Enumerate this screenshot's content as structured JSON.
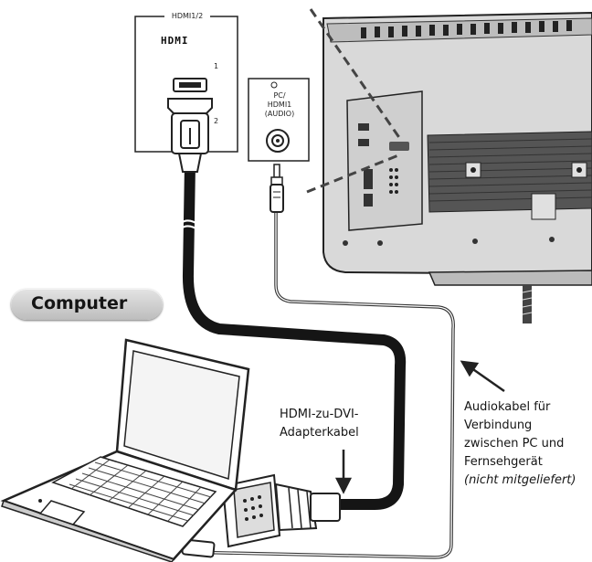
{
  "labels": {
    "computer": "Computer",
    "hdmi_panel_header": "HDMI1/2",
    "hdmi_logo": "HDMI",
    "port_1": "1",
    "port_2": "2",
    "audio_panel_line1": "PC/",
    "audio_panel_line2": "HDMI1",
    "audio_panel_line3": "(AUDIO)",
    "adapter_line1": "HDMI-zu-DVI-",
    "adapter_line2": "Adapterkabel",
    "audio_cable_line1": "Audiokabel für",
    "audio_cable_line2": "Verbindung",
    "audio_cable_line3": "zwischen PC und",
    "audio_cable_line4": "Fernsehgerät",
    "audio_cable_line5": "(nicht mitgeliefert)"
  },
  "colors": {
    "badge_fill": "#cfcfcf",
    "cable_dark": "#151515",
    "tv_body": "#d6d6d6",
    "line": "#222222"
  },
  "icons": [
    "hdmi-port-icon",
    "hdmi-plug-icon",
    "audio-jack-icon",
    "audio-plug-icon",
    "dvi-connector-icon",
    "laptop-icon",
    "tv-back-icon"
  ]
}
